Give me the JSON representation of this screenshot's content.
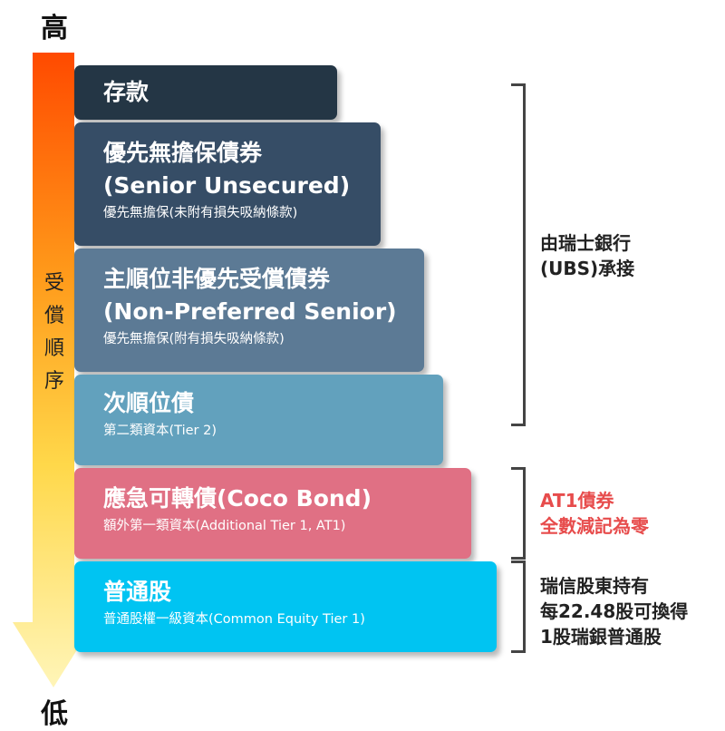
{
  "axis": {
    "high_label": "高",
    "low_label": "低",
    "arrow_text": [
      "受",
      "償",
      "順",
      "序"
    ]
  },
  "tiers": [
    {
      "title_lines": [
        "存款"
      ],
      "sub": "",
      "color": "#243645"
    },
    {
      "title_lines": [
        "優先無擔保債券",
        "(Senior Unsecured)"
      ],
      "sub": "優先無擔保(未附有損失吸納條款)",
      "color": "#364d66"
    },
    {
      "title_lines": [
        "主順位非優先受償債券",
        "(Non-Preferred Senior)"
      ],
      "sub": "優先無擔保(附有損失吸納條款)",
      "color": "#5c7a95"
    },
    {
      "title_lines": [
        "次順位債"
      ],
      "sub": "第二類資本(Tier 2)",
      "color": "#62a1bd"
    },
    {
      "title_lines": [
        "應急可轉債(Coco Bond)"
      ],
      "sub": "額外第一類資本(Additional Tier 1, AT1)",
      "color": "#e07084"
    },
    {
      "title_lines": [
        "普通股"
      ],
      "sub": "普通股權一級資本(Common Equity Tier 1)",
      "color": "#00c4f2"
    }
  ],
  "notes": [
    {
      "lines": [
        "由瑞士銀行",
        "(UBS)承接"
      ],
      "color": "#222222"
    },
    {
      "lines": [
        "AT1債券",
        "全數減記為零"
      ],
      "color": "#e74c4c"
    },
    {
      "lines": [
        "瑞信股東持有",
        "每22.48股可換得",
        "1股瑞銀普通股"
      ],
      "color": "#222222"
    }
  ]
}
